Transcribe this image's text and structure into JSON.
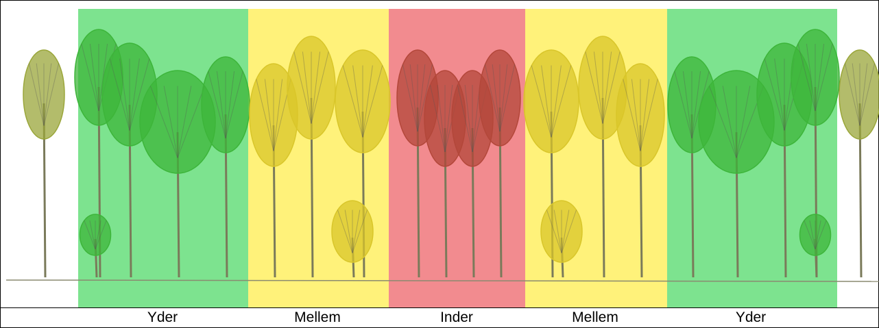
{
  "zones": [
    {
      "id": "outer-left",
      "label": "Yder",
      "color": "#7de38f"
    },
    {
      "id": "middle-left",
      "label": "Mellem",
      "color": "#fff27a"
    },
    {
      "id": "inner",
      "label": "Inder",
      "color": "#f28b8f"
    },
    {
      "id": "middle-right",
      "label": "Mellem",
      "color": "#fff27a"
    },
    {
      "id": "outer-right",
      "label": "Yder",
      "color": "#7de38f"
    }
  ],
  "tree_colors": {
    "outer": "#3db53a",
    "middle": "#d9c62a",
    "inner": "#b3473a",
    "edge": "#9aa63a",
    "trunk": "#7a7a5a"
  }
}
